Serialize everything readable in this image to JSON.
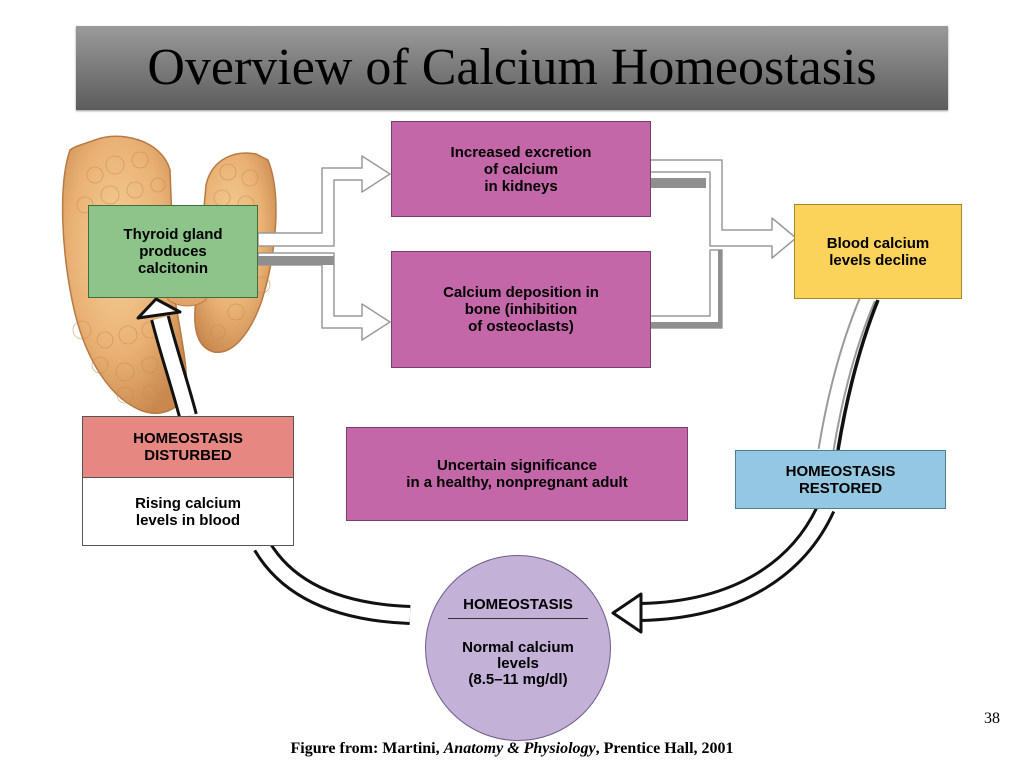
{
  "slide": {
    "title": "Overview of Calcium Homeostasis",
    "page_number": "38",
    "caption": {
      "prefix": "Figure from: Martini, ",
      "book": "Anatomy & Physiology",
      "suffix": ", Prentice Hall, 2001"
    }
  },
  "diagram": {
    "thyroid": "Thyroid gland\nproduces\ncalcitonin",
    "excretion": "Increased excretion\nof calcium\nin kidneys",
    "deposition": "Calcium deposition in\nbone (inhibition\nof osteoclasts)",
    "blood_decline": "Blood calcium\nlevels decline",
    "uncertain": "Uncertain significance\nin a healthy, nonpregnant adult",
    "restored": "HOMEOSTASIS\nRESTORED",
    "disturbed_title": "HOMEOSTASIS\nDISTURBED",
    "disturbed_detail": "Rising calcium\nlevels in blood",
    "homeostasis_title": "HOMEOSTASIS",
    "homeostasis_detail": "Normal calcium\nlevels\n(8.5–11 mg/dl)"
  },
  "colors": {
    "title_bar": "#7e7e7e",
    "process_box": "#c467a8",
    "thyroid_box": "#8cc48a",
    "decline_box": "#fbd35b",
    "restored_box": "#94c7e1",
    "disturbed_header": "#e78782",
    "homeostasis_circle": "#c3b1d8",
    "thyroid_illustration": "#e9b174"
  },
  "icons": [
    "thyroid-gland-illustration",
    "arrow-icon"
  ]
}
